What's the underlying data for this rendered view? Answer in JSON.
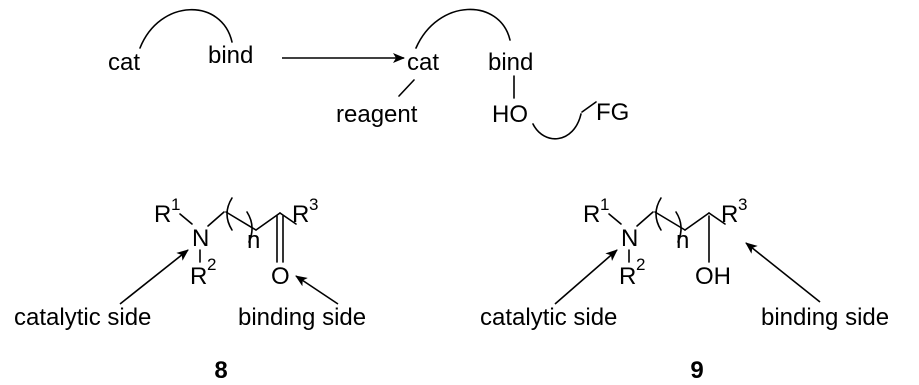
{
  "top": {
    "left": {
      "cat": "cat",
      "bind": "bind"
    },
    "right": {
      "cat": "cat",
      "bind": "bind",
      "reagent": "reagent",
      "ho": "HO",
      "fg": "FG"
    }
  },
  "compound8": {
    "r": "R",
    "r1_sup": "1",
    "n_atom": "N",
    "r2_sup": "2",
    "n_sub": "n",
    "r3_sup": "3",
    "o_atom": "O",
    "catalytic_side": "catalytic side",
    "binding_side": "binding side",
    "number": "8"
  },
  "compound9": {
    "r": "R",
    "r1_sup": "1",
    "n_atom": "N",
    "r2_sup": "2",
    "n_sub": "n",
    "r3_sup": "3",
    "oh": "OH",
    "catalytic_side": "catalytic side",
    "binding_side": "binding side",
    "number": "9"
  }
}
